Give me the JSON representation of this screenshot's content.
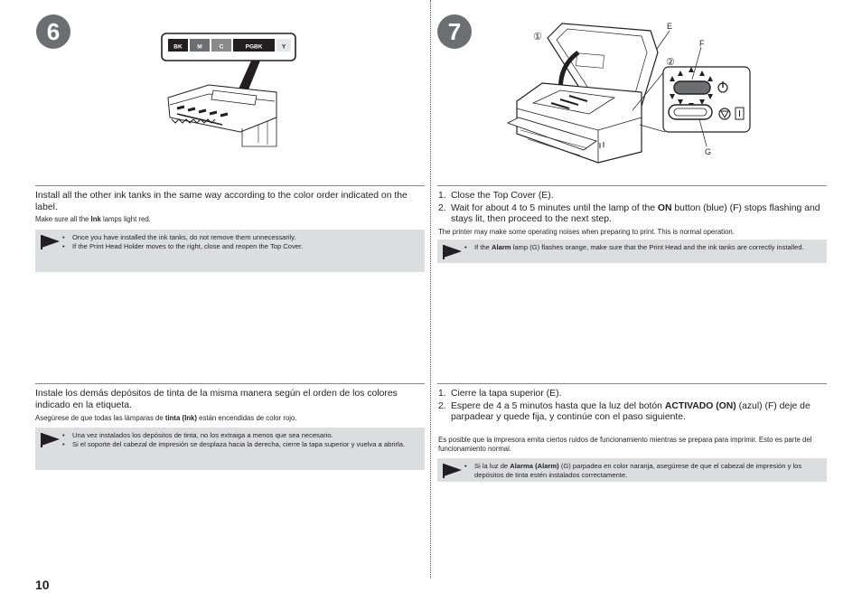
{
  "page_number": "10",
  "left": {
    "step_number": "6",
    "label_colors": [
      "BK",
      "M",
      "C",
      "PGBK",
      "Y"
    ],
    "en": {
      "instruction": "Install all the other ink tanks in the same way according to the color order indicated on the label.",
      "sub_pre": "Make sure all the ",
      "sub_bold": "Ink",
      "sub_post": " lamps light red.",
      "notes": [
        "Once you have installed the ink tanks, do not remove them unnecessarily.",
        "If the Print Head Holder moves to the right, close and reopen the Top Cover."
      ]
    },
    "es": {
      "instruction": "Instale los demás depósitos de tinta de la misma manera según el orden de los colores indicado en la etiqueta.",
      "sub_pre": "Asegúrese de que todas las lámparas de ",
      "sub_bold": "tinta (Ink)",
      "sub_post": " están encendidas de color rojo.",
      "notes": [
        "Una vez instalados los depósitos de tinta, no los extraiga a menos que sea necesario.",
        "Si el soporte del cabezal de impresión se desplaza hacia la derecha, cierre la tapa superior y vuelva a abrirla."
      ]
    }
  },
  "right": {
    "step_number": "7",
    "callouts": {
      "one": "①",
      "two": "②",
      "e": "E",
      "f": "F",
      "g": "G"
    },
    "en": {
      "step1_num": "1.",
      "step1": "Close the Top Cover (E).",
      "step2_num": "2.",
      "step2_pre": "Wait for about 4 to 5 minutes until the lamp of the ",
      "step2_bold": "ON",
      "step2_post": " button (blue) (F) stops flashing and stays lit, then proceed to the next step.",
      "sub": "The printer may make some operating noises when preparing to print. This is normal operation.",
      "note_pre": "If the ",
      "note_bold": "Alarm",
      "note_post": " lamp (G) flashes orange, make sure that the Print Head and the ink tanks are correctly installed."
    },
    "es": {
      "step1_num": "1.",
      "step1": "Cierre la tapa superior (E).",
      "step2_num": "2.",
      "step2_pre": "Espere de 4 a 5 minutos hasta que la luz del botón ",
      "step2_bold": "ACTIVADO (ON)",
      "step2_post": " (azul) (F) deje de parpadear y quede fija, y continúe con el paso siguiente.",
      "sub": "Es posible que la impresora emita ciertos ruidos de funcionamiento mientras se prepara para imprimir. Esto es parte del funcionamiento normal.",
      "note_pre": "Si la luz de ",
      "note_bold": "Alarma (Alarm)",
      "note_post": " (G) parpadea en color naranja, asegúrese de que el cabezal de impresión y los depósitos de tinta estén instalados correctamente."
    }
  },
  "colors": {
    "badge": "#6d6e71",
    "note_bg": "#dcddde",
    "label_dark": "#231f20",
    "label_gray": "#8a8a8a"
  }
}
